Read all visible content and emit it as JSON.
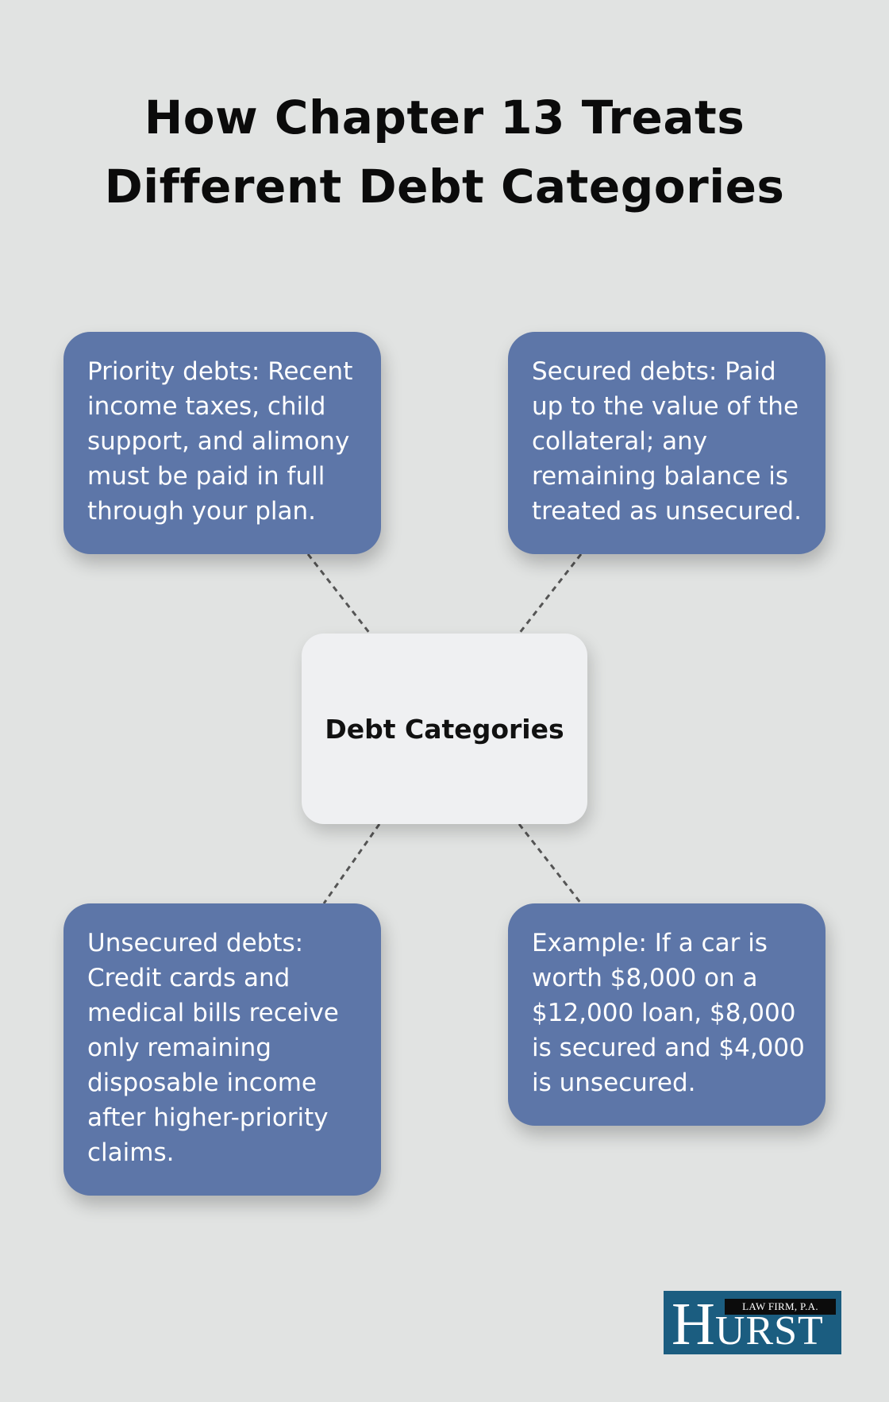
{
  "title": {
    "line1": "How Chapter 13 Treats",
    "line2": "Different Debt Categories"
  },
  "center": {
    "label": "Debt Categories"
  },
  "cards": {
    "top_left": "Priority debts: Recent income taxes, child support, and alimony must be paid in full through your plan.",
    "top_right": "Secured debts: Paid up to the value of the collateral; any remaining balance is treated as unsecured.",
    "bottom_left": "Unsecured debts: Credit cards and medical bills receive only remaining disposable income after higher-priority claims.",
    "bottom_right": "Example: If a car is worth $8,000 on a $12,000 loan, $8,000 is secured and $4,000 is unsecured."
  },
  "logo": {
    "tagline": "LAW FIRM, P.A.",
    "initial": "H",
    "rest": "URST"
  },
  "colors": {
    "background": "#e1e3e2",
    "card": "#5d76a8",
    "center_box": "#eff0f2",
    "connector": "#555555",
    "logo": "#1b5d80"
  }
}
